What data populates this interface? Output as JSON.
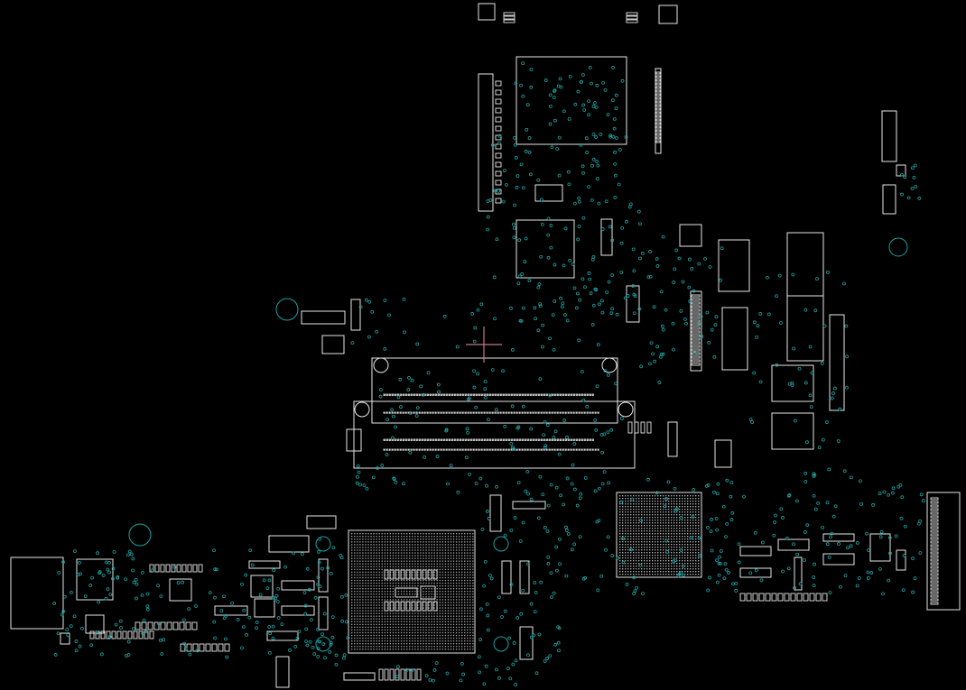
{
  "viewer": {
    "background": "#000000",
    "outline_color": "#e6e6e6",
    "via_color": "#1f9fa0",
    "cursor_color": "#c07a86"
  },
  "layers": [
    {
      "name": "component-outlines",
      "icon": "rectangle-outline"
    },
    {
      "name": "vias",
      "icon": "circle-outline"
    },
    {
      "name": "crosshair-cursor",
      "icon": "crosshair-icon"
    }
  ]
}
